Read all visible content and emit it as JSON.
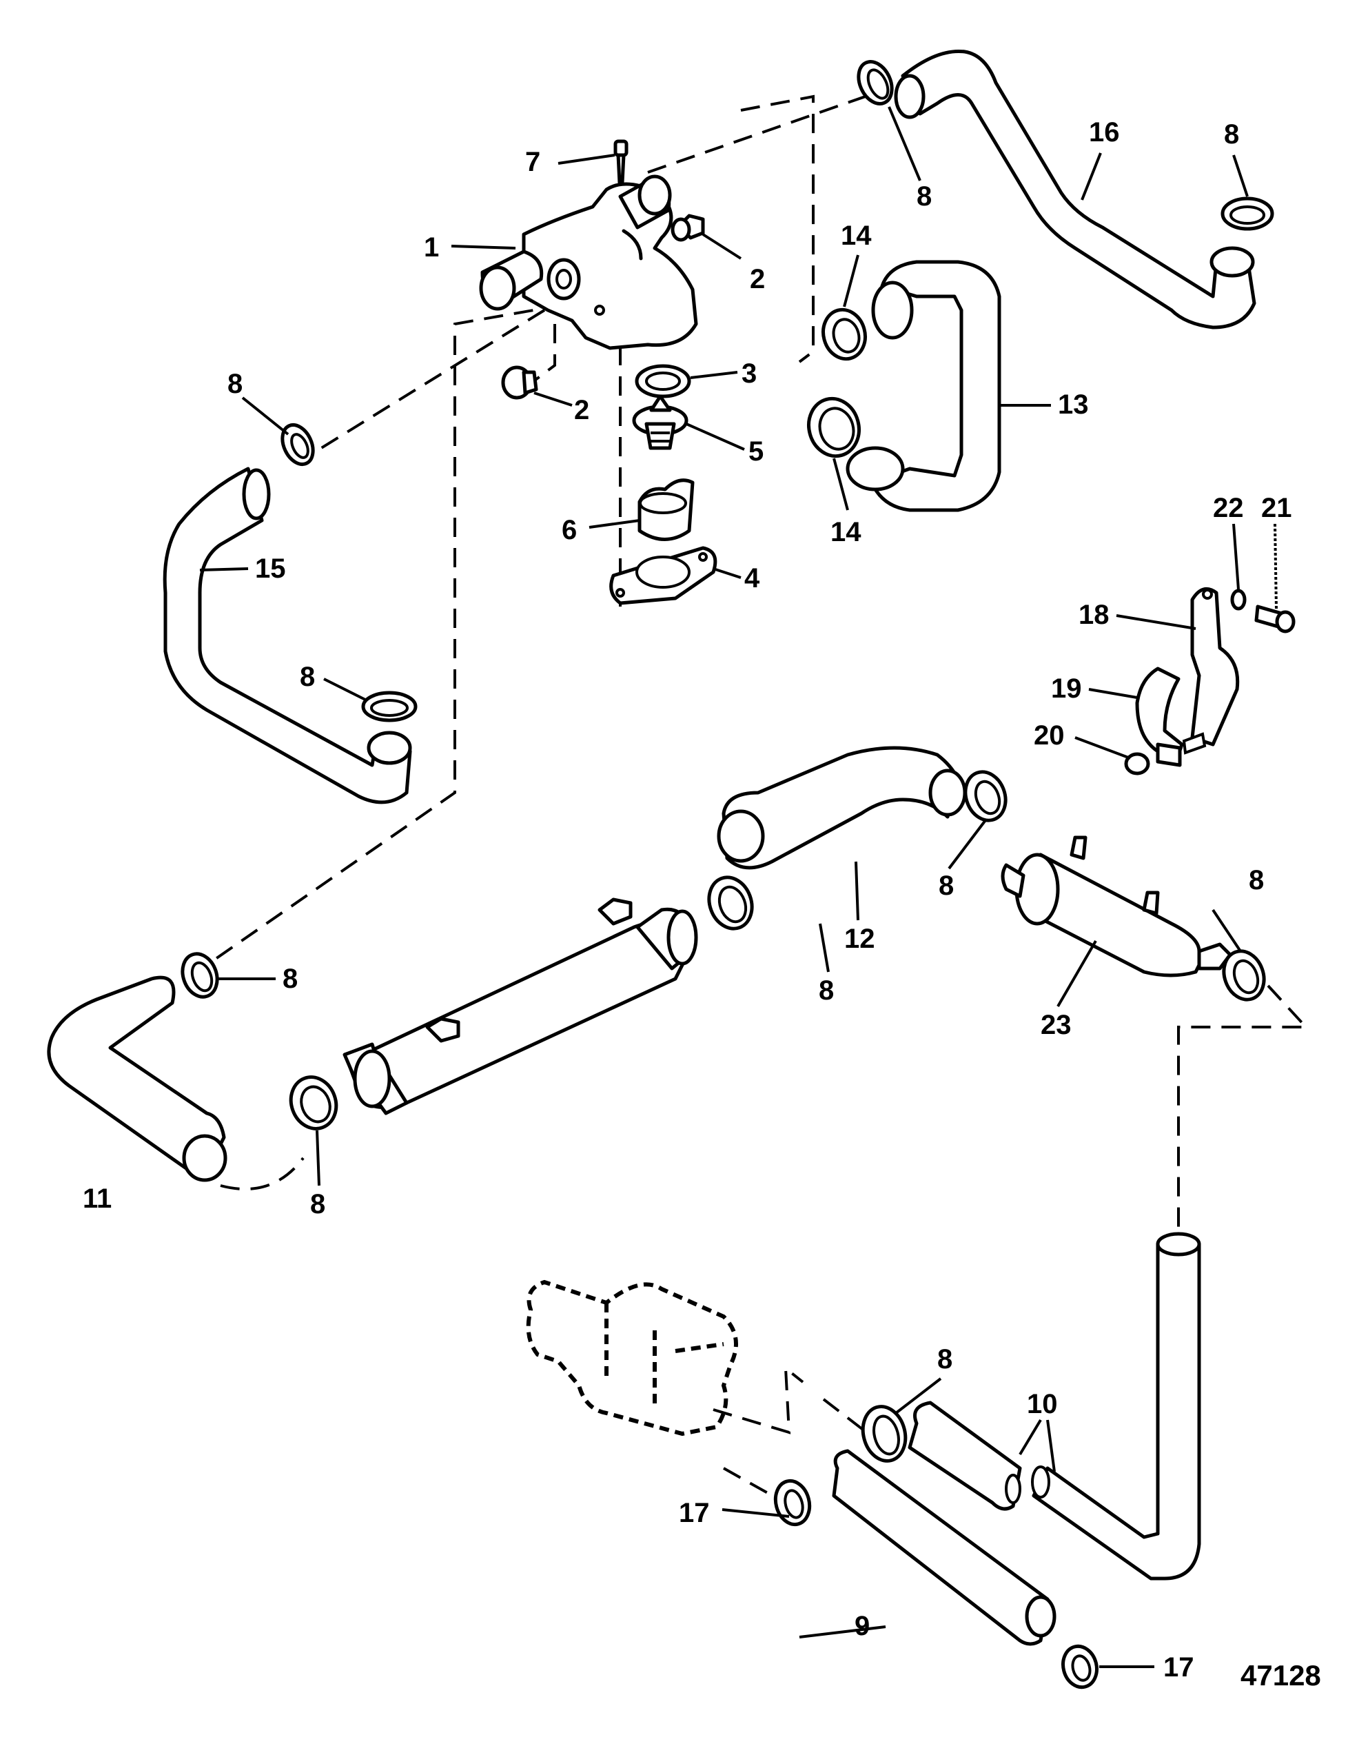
{
  "figure": {
    "number": "47128",
    "type": "exploded parts diagram",
    "subject": "closed cooling hose and thermostat housing assembly"
  },
  "callouts": [
    {
      "id": "c1",
      "label": "1"
    },
    {
      "id": "c2a",
      "label": "2"
    },
    {
      "id": "c2b",
      "label": "2"
    },
    {
      "id": "c3",
      "label": "3"
    },
    {
      "id": "c4",
      "label": "4"
    },
    {
      "id": "c5",
      "label": "5"
    },
    {
      "id": "c6",
      "label": "6"
    },
    {
      "id": "c7",
      "label": "7"
    },
    {
      "id": "c8a",
      "label": "8"
    },
    {
      "id": "c8b",
      "label": "8"
    },
    {
      "id": "c8c",
      "label": "8"
    },
    {
      "id": "c8d",
      "label": "8"
    },
    {
      "id": "c8e",
      "label": "8"
    },
    {
      "id": "c8f",
      "label": "8"
    },
    {
      "id": "c8g",
      "label": "8"
    },
    {
      "id": "c8h",
      "label": "8"
    },
    {
      "id": "c8i",
      "label": "8"
    },
    {
      "id": "c8j",
      "label": "8"
    },
    {
      "id": "c9",
      "label": "9"
    },
    {
      "id": "c10",
      "label": "10"
    },
    {
      "id": "c11",
      "label": "11"
    },
    {
      "id": "c12",
      "label": "12"
    },
    {
      "id": "c13",
      "label": "13"
    },
    {
      "id": "c14a",
      "label": "14"
    },
    {
      "id": "c14b",
      "label": "14"
    },
    {
      "id": "c15",
      "label": "15"
    },
    {
      "id": "c16",
      "label": "16"
    },
    {
      "id": "c17a",
      "label": "17"
    },
    {
      "id": "c17b",
      "label": "17"
    },
    {
      "id": "c18",
      "label": "18"
    },
    {
      "id": "c19",
      "label": "19"
    },
    {
      "id": "c20",
      "label": "20"
    },
    {
      "id": "c21",
      "label": "21"
    },
    {
      "id": "c22",
      "label": "22"
    },
    {
      "id": "c23",
      "label": "23"
    }
  ]
}
